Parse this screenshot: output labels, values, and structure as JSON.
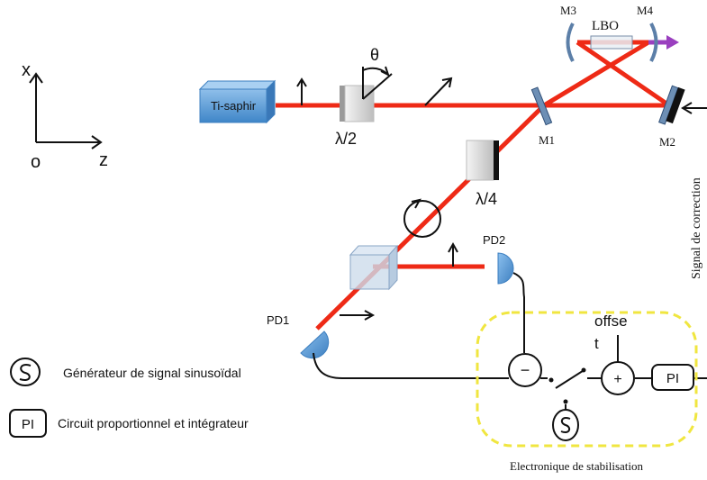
{
  "axes": {
    "x_label": "x",
    "z_label": "z",
    "origin_label": "o"
  },
  "laser": {
    "label": "Ti-saphir"
  },
  "waveplates": {
    "half_wave_label": "λ/2",
    "quarter_wave_label": "λ/4",
    "angle_label": "θ"
  },
  "mirrors": {
    "m1": "M1",
    "m2": "M2",
    "m3": "M3",
    "m4": "M4"
  },
  "crystal": {
    "label": "LBO"
  },
  "photodiodes": {
    "pd1": "PD1",
    "pd2": "PD2"
  },
  "correction_label": "Signal de correction",
  "electronics": {
    "offset_line1": "offse",
    "offset_line2": "t",
    "minus_symbol": "−",
    "plus_symbol": "+",
    "pi_label": "PI",
    "box_label": "Electronique de stabilisation"
  },
  "legend": {
    "generator_symbol": "ᔕ",
    "generator_text": "Générateur de signal sinusoïdal",
    "pi_symbol": "PI",
    "pi_text": "Circuit proportionnel et intégrateur"
  },
  "colors": {
    "beam": "#ee2a16",
    "laser_box": "#5b9bd5",
    "mirror": "#6d8fb5",
    "photodiode": "#5b9bd5",
    "dashed_box": "#f0e640",
    "harmonic_beam": "#9a3fbf"
  }
}
